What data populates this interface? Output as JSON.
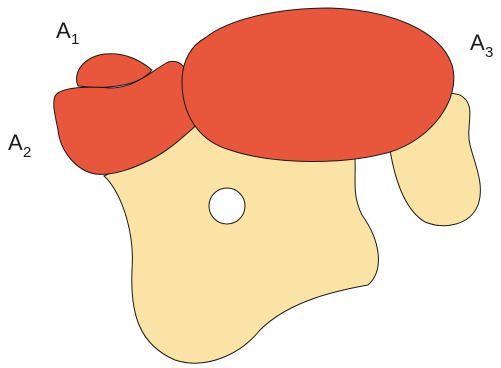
{
  "labels": {
    "a1": {
      "main": "A",
      "sub": "1"
    },
    "a2": {
      "main": "A",
      "sub": "2"
    },
    "a3": {
      "main": "A",
      "sub": "3"
    }
  },
  "colors": {
    "base_region": "#FAE3A5",
    "overlay_regions": "#E8573C",
    "hole": "#FFFFFF",
    "outline": "#1A1A1A"
  }
}
